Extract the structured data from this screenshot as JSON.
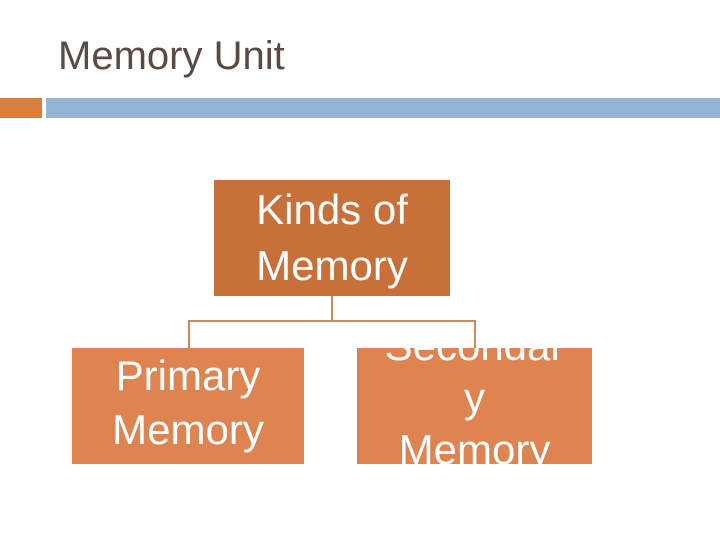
{
  "slide": {
    "title": "Memory Unit"
  },
  "colors": {
    "title_text": "#5a4a42",
    "accent_orange": "#d9803c",
    "bar_blue": "#94b6d2",
    "root_box": "#c8703a",
    "child_box": "#de8450",
    "connector": "#c98a5e",
    "box_text": "#ffffff"
  },
  "diagram": {
    "root": {
      "line1": "Kinds of",
      "line2": "Memory"
    },
    "children": [
      {
        "line1": "Primary",
        "line2": "Memory"
      },
      {
        "line1": "Secondar",
        "line2": "y",
        "line3": "Memory"
      }
    ]
  }
}
